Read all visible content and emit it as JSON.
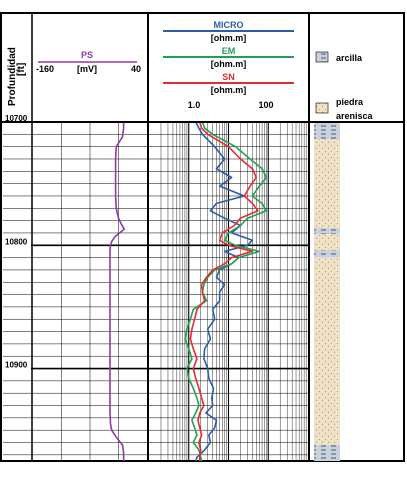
{
  "chart_data": {
    "type": "line",
    "depth_axis": {
      "label": "Profundidad",
      "unit": "[ft]",
      "ticks": [
        10700,
        10800,
        10900
      ],
      "range": [
        10700,
        10975
      ]
    },
    "ps_track": {
      "title": "PS",
      "unit": "[mV]",
      "scale_min_label": "-160",
      "scale_max_label": "40",
      "range": [
        -160,
        40
      ],
      "color": "#8e3aa3",
      "series": [
        {
          "name": "PS",
          "depth": [
            10700,
            10705,
            10712,
            10720,
            10730,
            10740,
            10750,
            10760,
            10770,
            10778,
            10783,
            10787,
            10790,
            10793,
            10797,
            10800,
            10805,
            10815,
            10830,
            10845,
            10860,
            10880,
            10900,
            10920,
            10935,
            10945,
            10950,
            10957,
            10962,
            10968,
            10975
          ],
          "values": [
            -1,
            -1,
            -3,
            -14,
            -15,
            -15,
            -15,
            -15,
            -14,
            -10,
            -5,
            0,
            -8,
            -16,
            -22,
            -24,
            -25,
            -25,
            -25,
            -25,
            -25,
            -25,
            -25,
            -25,
            -25,
            -24,
            -22,
            -12,
            -3,
            -1,
            -1
          ]
        }
      ]
    },
    "resistivity_track": {
      "scale": "log",
      "range": [
        0.1,
        1000
      ],
      "tick_labels": [
        "1.0",
        "100"
      ],
      "tick_values": [
        1,
        100
      ],
      "series": [
        {
          "name": "MICRO",
          "unit": "[ohm.m]",
          "color": "#2d5ca8",
          "depth": [
            10700,
            10705,
            10710,
            10720,
            10730,
            10738,
            10745,
            10752,
            10760,
            10766,
            10772,
            10778,
            10784,
            10790,
            10796,
            10800,
            10805,
            10810,
            10815,
            10820,
            10826,
            10832,
            10838,
            10845,
            10852,
            10860,
            10868,
            10876,
            10884,
            10892,
            10900,
            10908,
            10916,
            10924,
            10930,
            10936,
            10942,
            10948,
            10954,
            10960,
            10966,
            10972,
            10975
          ],
          "values": [
            1.5,
            1.8,
            2.2,
            4.5,
            8,
            5,
            12,
            6,
            25,
            5,
            3.5,
            8,
            20,
            12,
            40,
            30,
            8,
            18,
            12,
            6,
            5,
            8,
            6,
            6,
            4,
            4.5,
            3,
            3.5,
            2.5,
            2.4,
            3,
            3.2,
            4.2,
            3.8,
            4,
            2.7,
            5,
            4.5,
            3.2,
            3.5,
            2.5,
            1.6,
            1.5
          ]
        },
        {
          "name": "EM",
          "unit": "[ohm.m]",
          "color": "#22a050",
          "depth": [
            10700,
            10705,
            10710,
            10720,
            10730,
            10738,
            10745,
            10752,
            10760,
            10766,
            10772,
            10778,
            10784,
            10790,
            10796,
            10800,
            10805,
            10810,
            10815,
            10820,
            10826,
            10832,
            10838,
            10845,
            10852,
            10860,
            10868,
            10876,
            10884,
            10892,
            10900,
            10908,
            10916,
            10924,
            10930,
            10936,
            10942,
            10948,
            10954,
            10960,
            10966,
            10972,
            10975
          ],
          "values": [
            2.2,
            2.5,
            4,
            15,
            35,
            70,
            90,
            60,
            40,
            70,
            90,
            30,
            20,
            10,
            8,
            15,
            60,
            18,
            12,
            4.5,
            3,
            2.4,
            2.2,
            2.8,
            1.3,
            1.1,
            0.9,
            0.8,
            1.0,
            1.2,
            0.9,
            1.0,
            1.3,
            1.6,
            1.8,
            1.5,
            1.2,
            1.4,
            1.6,
            1.3,
            1.8,
            2.0,
            2.1
          ]
        },
        {
          "name": "SN",
          "unit": "[ohm.m]",
          "color": "#e02c33",
          "depth": [
            10700,
            10705,
            10710,
            10720,
            10730,
            10738,
            10745,
            10752,
            10760,
            10766,
            10772,
            10778,
            10784,
            10790,
            10796,
            10800,
            10805,
            10810,
            10815,
            10820,
            10826,
            10832,
            10838,
            10845,
            10852,
            10860,
            10868,
            10876,
            10884,
            10892,
            10900,
            10908,
            10916,
            10924,
            10930,
            10936,
            10942,
            10948,
            10954,
            10960,
            10966,
            10972,
            10975
          ],
          "values": [
            1.9,
            2.1,
            3,
            10,
            20,
            40,
            50,
            35,
            25,
            40,
            55,
            20,
            14,
            7,
            6,
            10,
            40,
            12,
            8,
            4,
            2.8,
            2.1,
            2.2,
            2.5,
            1.6,
            1.4,
            1.2,
            1.1,
            1.3,
            1.6,
            1.3,
            1.5,
            1.8,
            2.1,
            2.4,
            1.9,
            1.7,
            1.9,
            2.1,
            1.8,
            2.0,
            1.9,
            1.9
          ]
        }
      ]
    },
    "lithology_track": {
      "legend": [
        {
          "label": "arcilla",
          "pattern": "shale-dashes",
          "color": "#c8d2de"
        },
        {
          "label": "piedra arenisca",
          "label_lines": [
            "piedra",
            "arenisca"
          ],
          "pattern": "sand-dots",
          "color": "#efe2c6"
        }
      ],
      "intervals": [
        {
          "top": 10700,
          "bottom": 10714,
          "lithology": "arcilla"
        },
        {
          "top": 10714,
          "bottom": 10786,
          "lithology": "piedra arenisca"
        },
        {
          "top": 10786,
          "bottom": 10791,
          "lithology": "arcilla"
        },
        {
          "top": 10791,
          "bottom": 10804,
          "lithology": "piedra arenisca"
        },
        {
          "top": 10804,
          "bottom": 10810,
          "lithology": "arcilla"
        },
        {
          "top": 10810,
          "bottom": 10962,
          "lithology": "piedra arenisca"
        },
        {
          "top": 10962,
          "bottom": 10975,
          "lithology": "arcilla"
        }
      ]
    }
  }
}
